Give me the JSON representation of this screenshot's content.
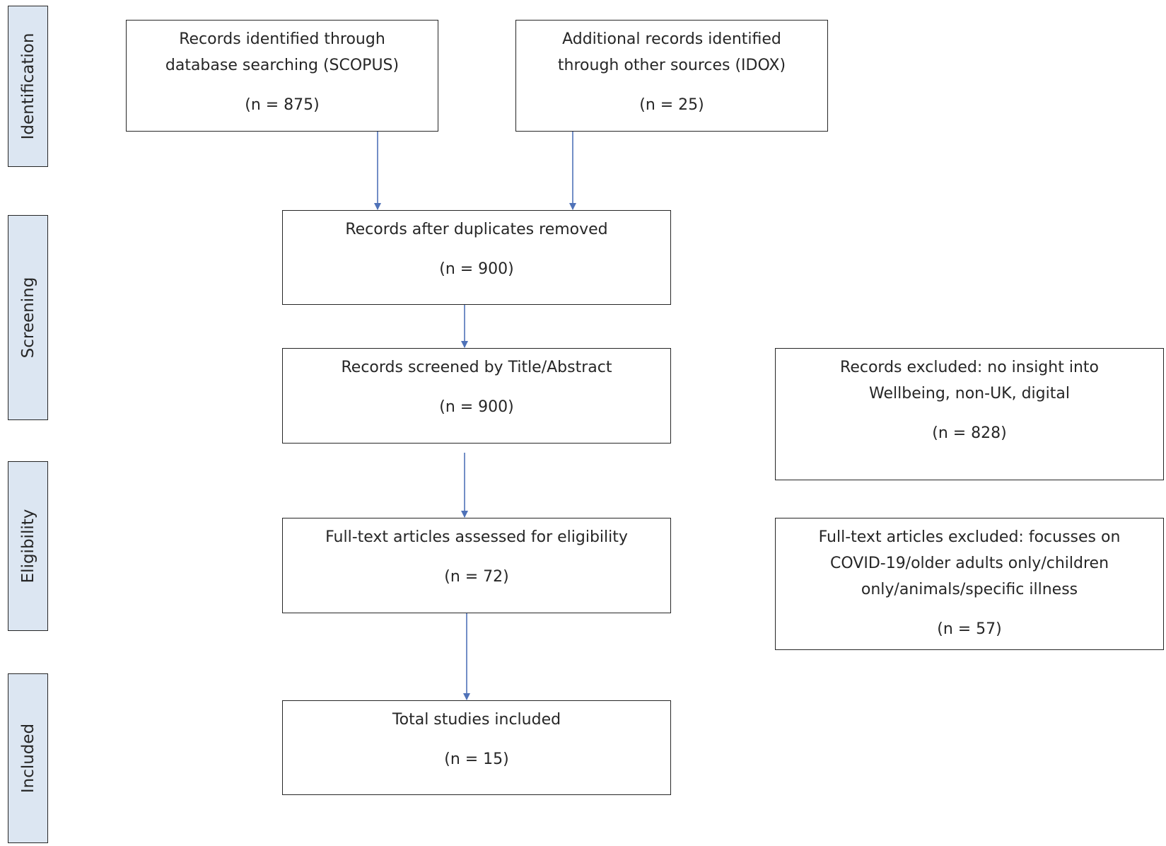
{
  "stages": {
    "identification": "Identification",
    "screening": "Screening",
    "eligibility": "Eligibility",
    "included": "Included"
  },
  "boxes": {
    "database_search": {
      "text": "Records identified through database searching (SCOPUS)",
      "n": "(n = 875)"
    },
    "other_sources": {
      "text": "Additional records identified through other sources (IDOX)",
      "n": "(n = 25)"
    },
    "after_duplicates": {
      "text": "Records after duplicates removed",
      "n": "(n = 900)"
    },
    "screened": {
      "text": "Records screened by Title/Abstract",
      "n": "(n = 900)"
    },
    "excluded_screening": {
      "text": "Records excluded: no insight into Wellbeing, non-UK, digital",
      "n": "(n = 828)"
    },
    "full_text_assessed": {
      "text": "Full-text articles assessed for eligibility",
      "n": "(n = 72)"
    },
    "full_text_excluded": {
      "text": "Full-text articles excluded: focusses on COVID-19/older adults only/children only/animals/specific illness",
      "n": "(n = 57)"
    },
    "included_total": {
      "text": "Total studies included",
      "n": "(n = 15)"
    }
  },
  "colors": {
    "arrow": "#4f72b8",
    "stage_fill": "#dce6f2",
    "border": "#262626"
  }
}
